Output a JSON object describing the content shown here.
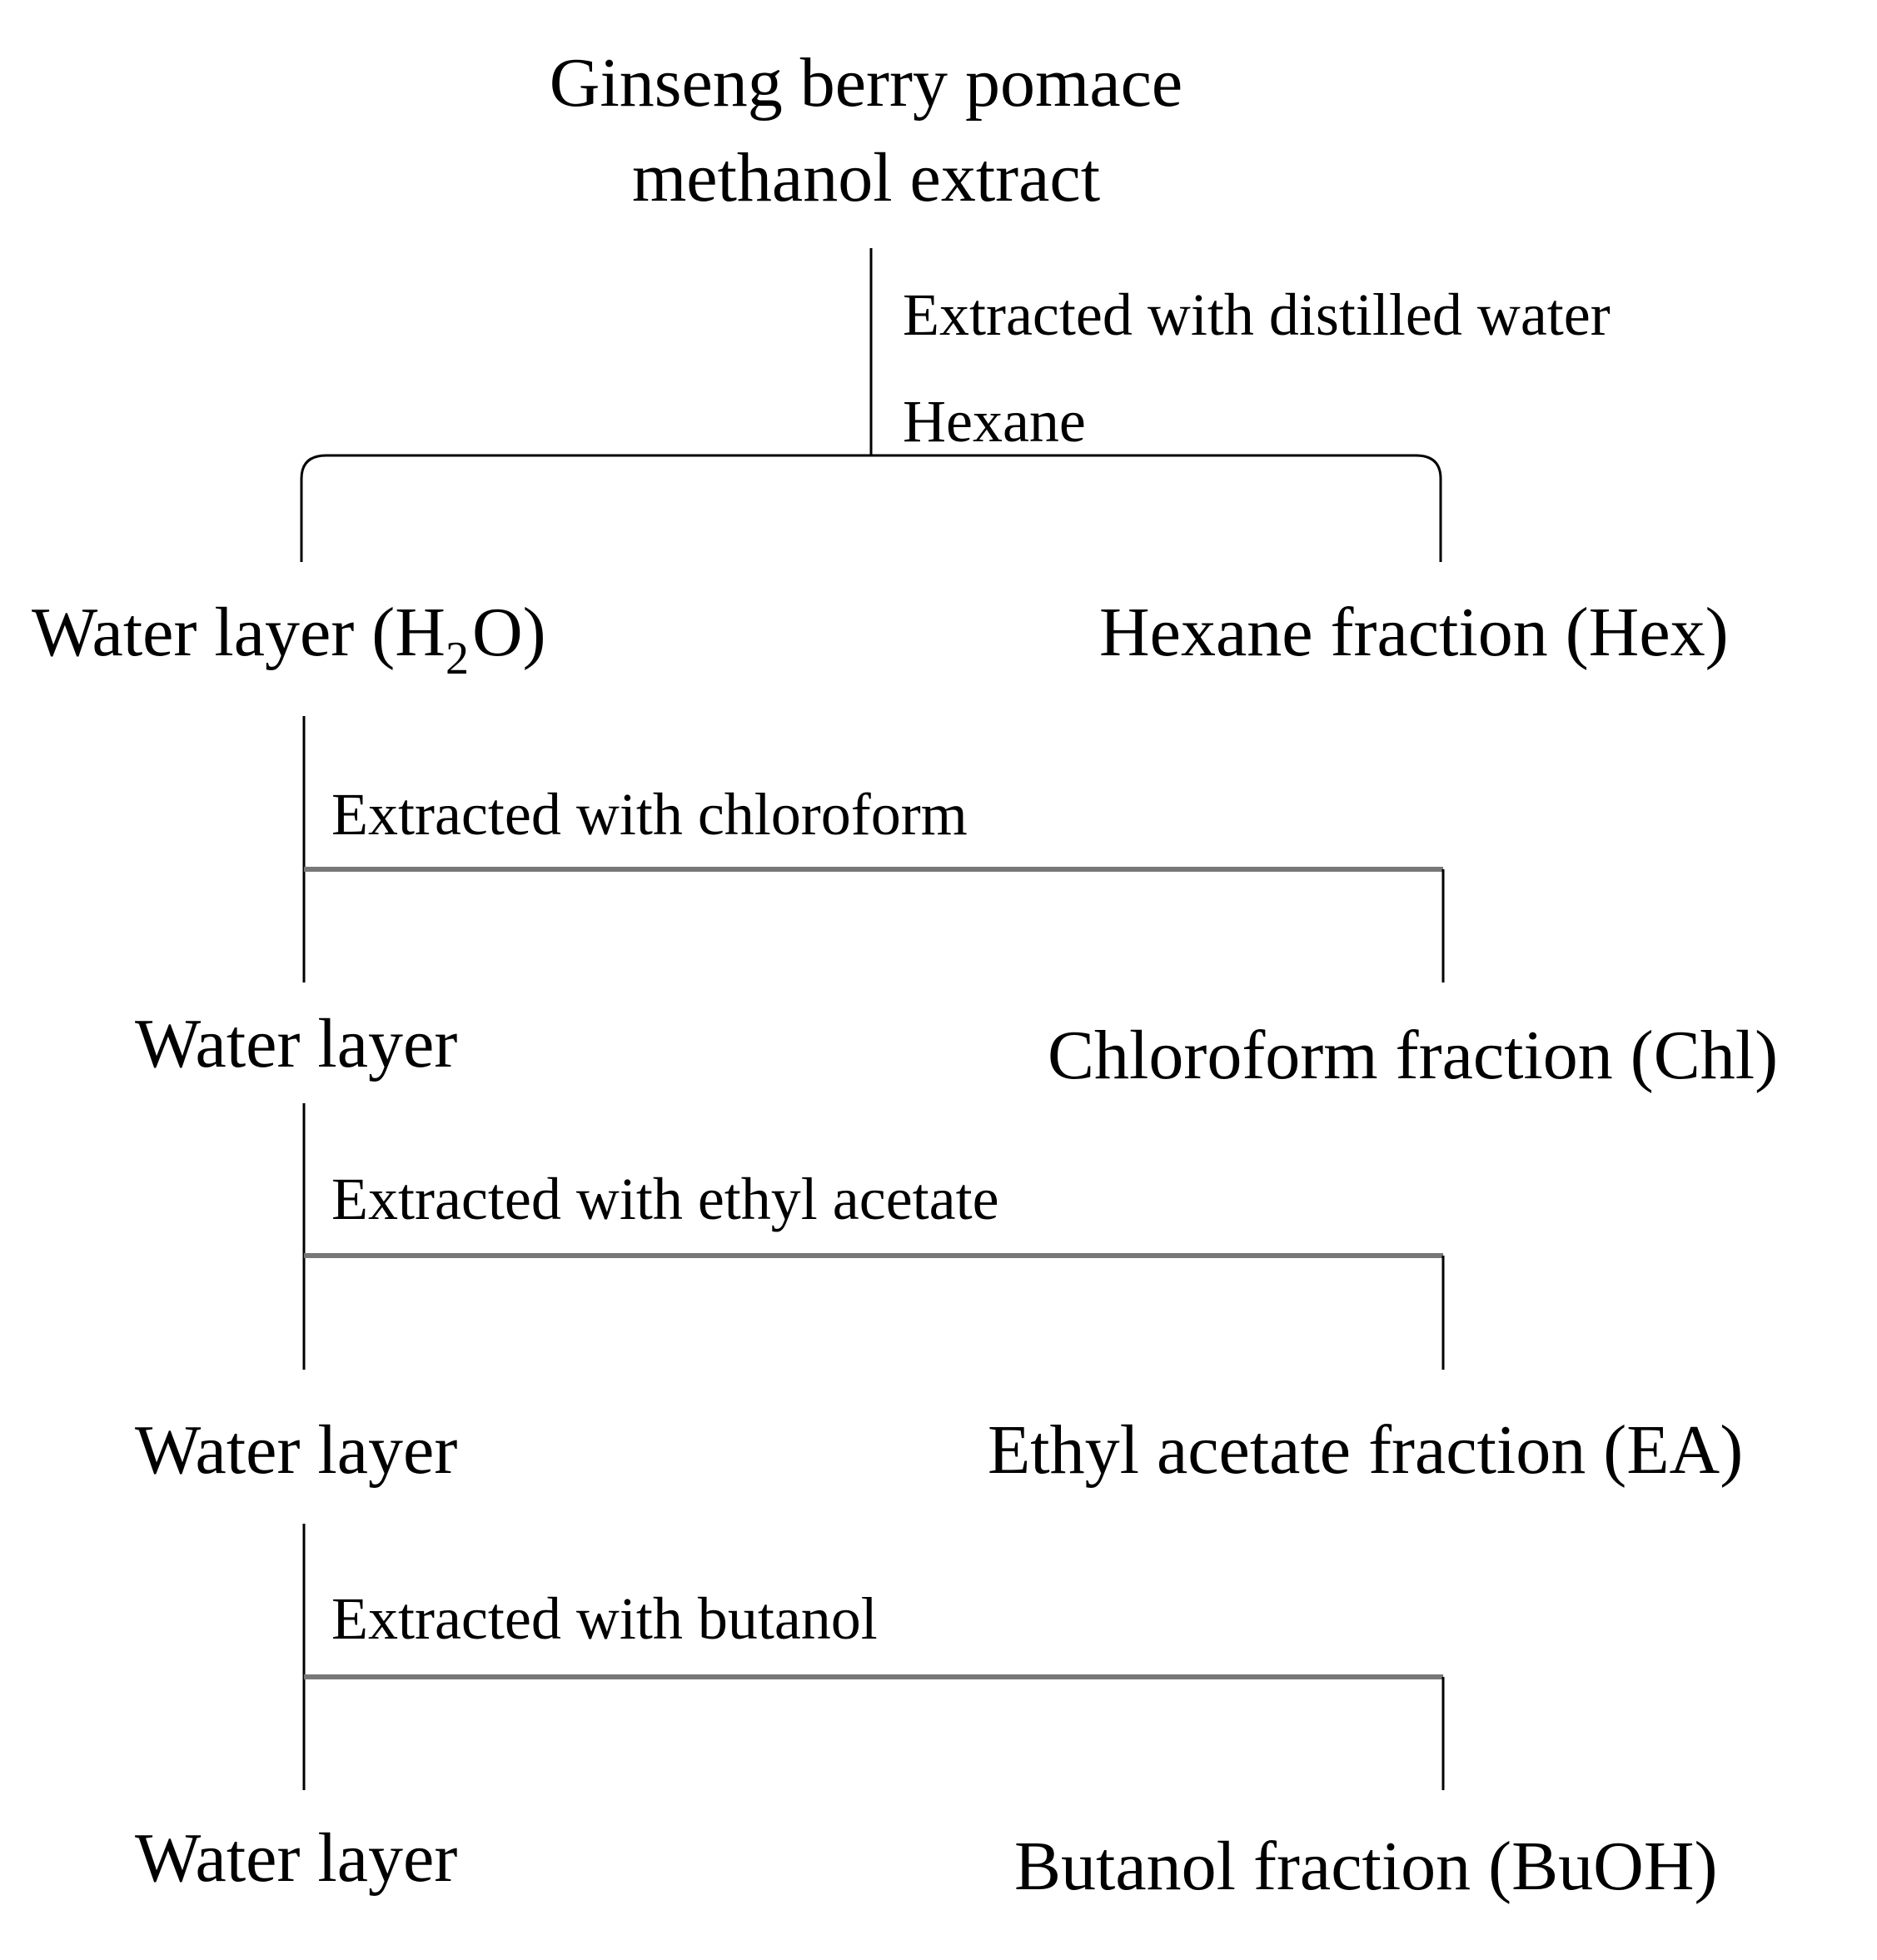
{
  "root": {
    "line1": "Ginseng berry pomace",
    "line2": "methanol extract"
  },
  "step1": {
    "line1": "Extracted with distilled water",
    "line2": "Hexane"
  },
  "level1": {
    "left_prefix": "Water layer (H",
    "left_sub": "2",
    "left_suffix": "O)",
    "right": "Hexane fraction (Hex)"
  },
  "step2": {
    "label": "Extracted with chloroform"
  },
  "level2": {
    "left": "Water layer",
    "right": "Chloroform fraction (Chl)"
  },
  "step3": {
    "label": "Extracted with ethyl acetate"
  },
  "level3": {
    "left": "Water layer",
    "right": "Ethyl acetate fraction (EA)"
  },
  "step4": {
    "label": "Extracted with butanol"
  },
  "level4": {
    "left": "Water layer",
    "right": "Butanol fraction (BuOH)"
  }
}
